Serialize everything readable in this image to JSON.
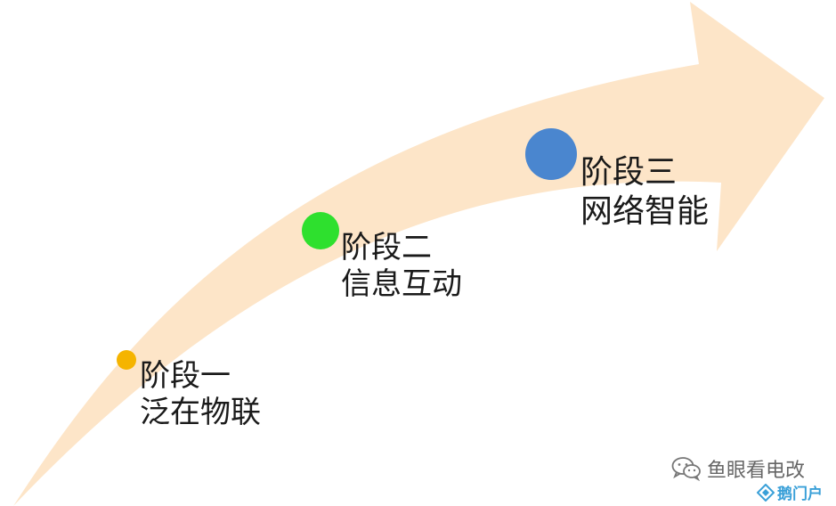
{
  "diagram": {
    "arrow_color": "#fde5c8",
    "stages": [
      {
        "line1": "阶段一",
        "line2": "泛在物联",
        "dot_color": "#f5b400"
      },
      {
        "line1": "阶段二",
        "line2": "信息互动",
        "dot_color": "#2ee02e"
      },
      {
        "line1": "阶段三",
        "line2": "网络智能",
        "dot_color": "#4a86cf"
      }
    ]
  },
  "watermark": {
    "icon": "wechat-icon",
    "text": "鱼眼看电改"
  },
  "site_logo": {
    "text": "鹅门户",
    "color": "#3aa0d8"
  }
}
